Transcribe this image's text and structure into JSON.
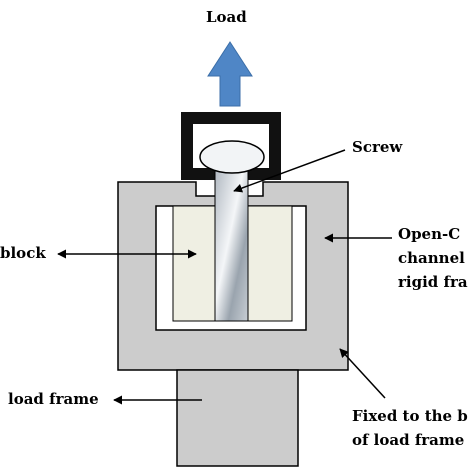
{
  "labels": {
    "load": "Load",
    "screw": "Screw",
    "block": "block",
    "open_c_line1": "Open-C",
    "open_c_line2": "channel",
    "open_c_line3": "rigid fra",
    "load_frame": "load frame",
    "fixed_line1": "Fixed to the b",
    "fixed_line2": "of load frame"
  },
  "colors": {
    "load_arrow": "#4f86c6",
    "frame_gray": "#cccccc",
    "block_cream": "#efefe3",
    "outline": "#000000",
    "screw_light": "#f4f6f8",
    "screw_dark": "#8f9aa6"
  }
}
